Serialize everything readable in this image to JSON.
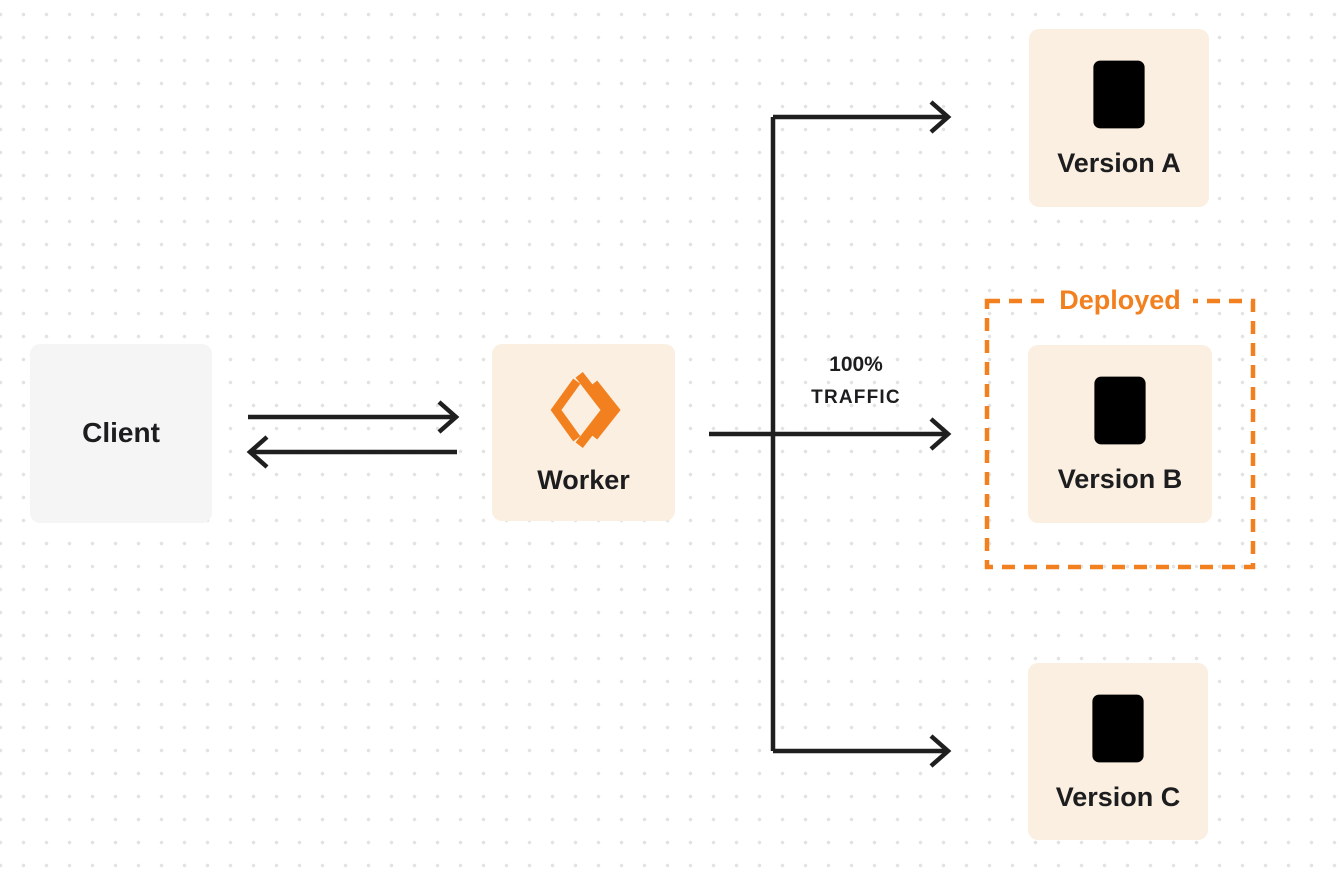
{
  "colors": {
    "accent_orange": "#F2801F",
    "node_cream": "#FAEFE0",
    "node_gray": "#F5F5F6",
    "line_dark": "#1F1F1F",
    "text_dark": "#1D1D1F",
    "dot_grid": "#E3E3E3",
    "label_bg": "#FFFFFF"
  },
  "nodes": {
    "client": {
      "label": "Client"
    },
    "worker": {
      "label": "Worker",
      "icon": "workers-chevron-logo"
    },
    "version_a": {
      "label": "Version A",
      "icon": "code-file-icon"
    },
    "version_b": {
      "label": "Version B",
      "icon": "code-file-icon"
    },
    "version_c": {
      "label": "Version C",
      "icon": "code-file-icon"
    }
  },
  "groups": {
    "deployed": {
      "label": "Deployed"
    }
  },
  "edges": {
    "traffic": {
      "line1": "100%",
      "line2": "TRAFFIC"
    },
    "connections": [
      "client-to-worker",
      "worker-to-client",
      "worker-to-version-b",
      "branch-to-version-a",
      "branch-to-version-c"
    ]
  }
}
